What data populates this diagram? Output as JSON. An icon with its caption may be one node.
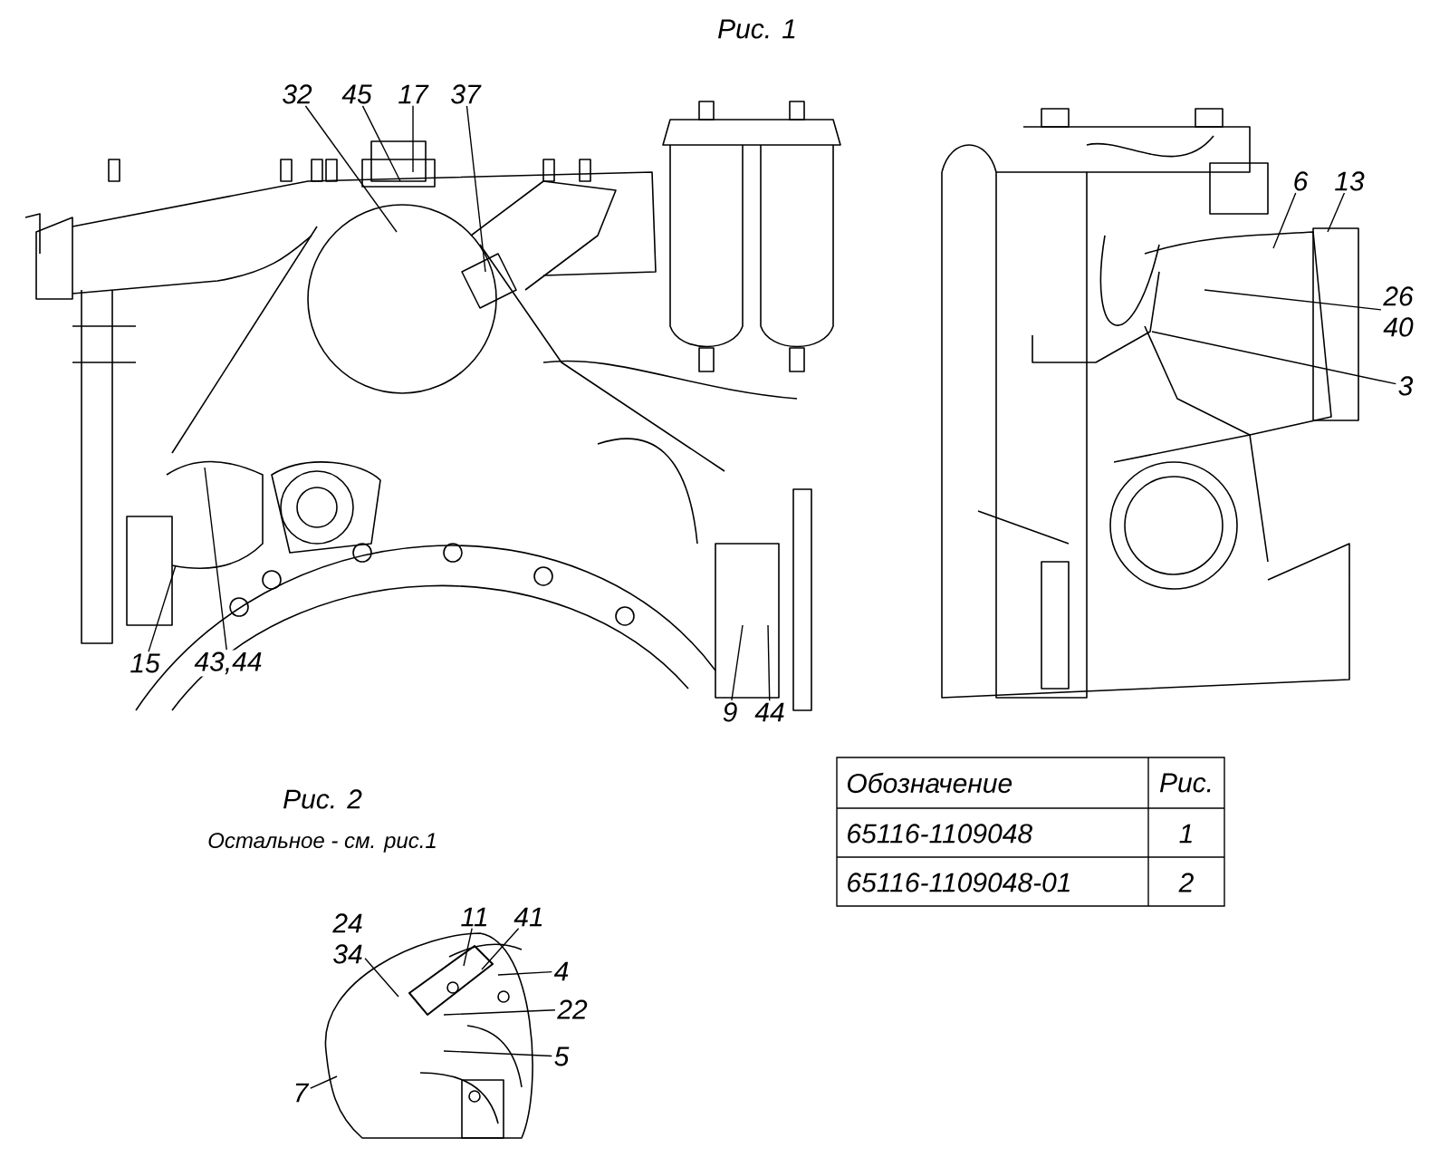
{
  "diagram": {
    "nodes": [
      {
        "text": [
          "32"
        ]
      },
      {
        "text": [
          "45"
        ]
      },
      {
        "text": [
          "17"
        ]
      },
      {
        "text": [
          "37"
        ]
      },
      {
        "text": [
          "6"
        ]
      },
      {
        "text": [
          "13"
        ]
      },
      {
        "text": [
          "26",
          "40"
        ]
      },
      {
        "text": [
          "3"
        ]
      },
      {
        "text": [
          "15"
        ]
      },
      {
        "text": [
          "43,44"
        ]
      },
      {
        "text": [
          "9"
        ]
      },
      {
        "text": [
          "44"
        ]
      },
      {
        "text": [
          "24",
          "34"
        ]
      },
      {
        "text": [
          "11"
        ]
      },
      {
        "text": [
          "41"
        ]
      },
      {
        "text": [
          "4"
        ]
      },
      {
        "text": [
          "22"
        ]
      },
      {
        "text": [
          "5"
        ]
      },
      {
        "text": [
          "7"
        ]
      }
    ],
    "edges": [
      {
        "from": 0,
        "to": null,
        "arrow": "none"
      },
      {
        "from": 1,
        "to": null,
        "arrow": "none"
      },
      {
        "from": 2,
        "to": null,
        "arrow": "none"
      },
      {
        "from": 3,
        "to": null,
        "arrow": "none"
      },
      {
        "from": 4,
        "to": null,
        "arrow": "none"
      },
      {
        "from": 5,
        "to": null,
        "arrow": "none"
      },
      {
        "from": 6,
        "to": null,
        "arrow": "none"
      },
      {
        "from": 7,
        "to": null,
        "arrow": "none"
      },
      {
        "from": 8,
        "to": null,
        "arrow": "none"
      },
      {
        "from": 9,
        "to": null,
        "arrow": "none"
      },
      {
        "from": 10,
        "to": null,
        "arrow": "none"
      },
      {
        "from": 11,
        "to": null,
        "arrow": "none"
      },
      {
        "from": 12,
        "to": null,
        "arrow": "none"
      },
      {
        "from": 13,
        "to": null,
        "arrow": "none"
      },
      {
        "from": 14,
        "to": null,
        "arrow": "none"
      },
      {
        "from": 15,
        "to": null,
        "arrow": "none"
      },
      {
        "from": 16,
        "to": null,
        "arrow": "none"
      },
      {
        "from": 17,
        "to": null,
        "arrow": "none"
      },
      {
        "from": 18,
        "to": null,
        "arrow": "none"
      }
    ],
    "labels": [
      "Рис. 1",
      "Рис. 2",
      "Остальное - см. рис.1",
      "Обозначение",
      "Рис.",
      "65116-1109048",
      "1",
      "65116-1109048-01",
      "2"
    ]
  }
}
